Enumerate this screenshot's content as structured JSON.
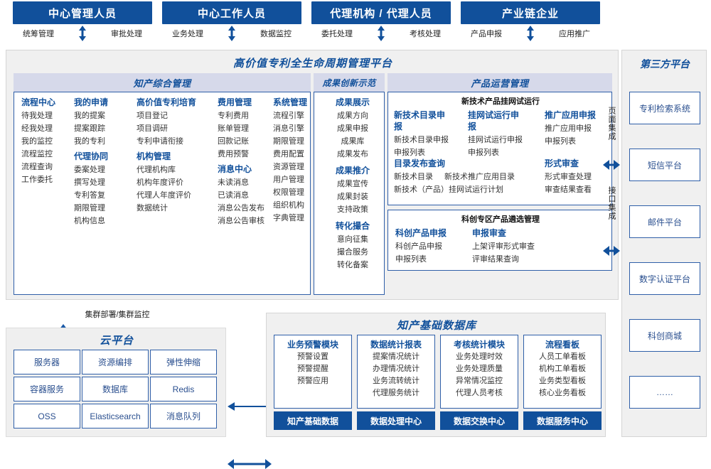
{
  "roles": [
    {
      "title": "中心管理人员",
      "left_action": "统筹管理",
      "right_action": "审批处理"
    },
    {
      "title": "中心工作人员",
      "left_action": "业务处理",
      "right_action": "数据监控"
    },
    {
      "title": "代理机构 / 代理人员",
      "left_action": "委托处理",
      "right_action": "考核处理"
    },
    {
      "title": "产业链企业",
      "left_action": "产品申报",
      "right_action": "应用推广"
    }
  ],
  "platform": {
    "title": "高价值专利全生命周期管理平台",
    "sections": [
      {
        "name": "知产综合管理",
        "columns": [
          {
            "groups": [
              {
                "head": "流程中心",
                "items": [
                  "待我处理",
                  "经我处理",
                  "我的监控",
                  "流程监控",
                  "流程查询",
                  "工作委托"
                ]
              }
            ]
          },
          {
            "groups": [
              {
                "head": "我的申请",
                "items": [
                  "我的提案",
                  "提案跟踪",
                  "我的专利"
                ]
              },
              {
                "head": "代理协同",
                "items": [
                  "委案处理",
                  "撰写处理",
                  "专利答复",
                  "期限管理",
                  "机构信息"
                ]
              }
            ]
          },
          {
            "groups": [
              {
                "head": "高价值专利培育",
                "items": [
                  "项目登记",
                  "项目调研",
                  "专利申请衔接"
                ]
              },
              {
                "head": "机构管理",
                "items": [
                  "代理机构库",
                  "机构年度评价",
                  "代理人年度评价",
                  "数据统计"
                ]
              }
            ]
          },
          {
            "groups": [
              {
                "head": "费用管理",
                "items": [
                  "专利费用",
                  "账单管理",
                  "回款记账",
                  "费用预警"
                ]
              },
              {
                "head": "消息中心",
                "items": [
                  "未读消息",
                  "已读消息",
                  "消息公告发布",
                  "消息公告审核"
                ]
              }
            ]
          },
          {
            "groups": [
              {
                "head": "系统管理",
                "items": [
                  "流程引擎",
                  "消息引擎",
                  "期限管理",
                  "费用配置",
                  "资源管理",
                  "用户管理",
                  "权限管理",
                  "组织机构",
                  "字典管理"
                ]
              }
            ]
          }
        ]
      },
      {
        "name": "成果创新示范",
        "columns": [
          {
            "groups": [
              {
                "head": "成果展示",
                "items": [
                  "成果方向",
                  "成果申报",
                  "成果库",
                  "成果发布"
                ]
              },
              {
                "head": "成果推介",
                "items": [
                  "成果宣传",
                  "成果封装",
                  "支持政策"
                ]
              },
              {
                "head": "转化撮合",
                "items": [
                  "意向征集",
                  "撮合服务",
                  "转化备案"
                ]
              }
            ]
          }
        ]
      },
      {
        "name": "产品运营管理",
        "subpanels": [
          {
            "title": "新技术产品挂网试运行",
            "columns": [
              {
                "head": "新技术目录申报",
                "items": [
                  "新技术目录申报",
                  "申报列表"
                ]
              },
              {
                "head": "挂网试运行申报",
                "items": [
                  "挂网试运行申报",
                  "申报列表"
                ]
              },
              {
                "head": "推广应用申报",
                "items": [
                  "推广应用申报",
                  "申报列表"
                ]
              }
            ],
            "wide_row": {
              "left": {
                "head": "目录发布查询",
                "items": [
                  "新技术目录",
                  "新技术推广应用目录",
                  "新技术（产品）挂网试运行计划"
                ]
              },
              "right": {
                "head": "形式审查",
                "items": [
                  "形式审查处理",
                  "审查结果查看"
                ]
              }
            }
          },
          {
            "title": "科创专区产品遴选管理",
            "columns": [
              {
                "head": "科创产品申报",
                "items": [
                  "科创产品申报",
                  "申报列表"
                ]
              },
              {
                "head": "申报审查",
                "items": [
                  "上架评审形式审查",
                  "评审结果查询"
                ]
              }
            ]
          }
        ]
      }
    ]
  },
  "integration": {
    "page_label": "页面集成",
    "api_label": "接口集成"
  },
  "third_party": {
    "title": "第三方平台",
    "items": [
      "专利检索系统",
      "短信平台",
      "邮件平台",
      "数字认证平台",
      "科创商城",
      "……"
    ]
  },
  "cloud": {
    "link_label": "集群部署/集群监控",
    "title": "云平台",
    "cells": [
      "服务器",
      "资源编排",
      "弹性伸缩",
      "容器服务",
      "数据库",
      "Redis",
      "OSS",
      "Elasticsearch",
      "消息队列"
    ]
  },
  "database": {
    "title": "知产基础数据库",
    "cards": [
      {
        "head": "业务预警模块",
        "items": [
          "预警设置",
          "预警提醒",
          "预警应用"
        ],
        "footer": "知产基础数据"
      },
      {
        "head": "数据统计报表",
        "items": [
          "提案情况统计",
          "办理情况统计",
          "业务流转统计",
          "代理服务统计"
        ],
        "footer": "数据处理中心"
      },
      {
        "head": "考核统计模块",
        "items": [
          "业务处理时效",
          "业务处理质量",
          "异常情况监控",
          "代理人员考核"
        ],
        "footer": "数据交换中心"
      },
      {
        "head": "流程看板",
        "items": [
          "人员工单看板",
          "机构工单看板",
          "业务类型看板",
          "核心业务看板"
        ],
        "footer": "数据服务中心"
      }
    ]
  },
  "colors": {
    "brand_blue": "#11509b",
    "band_lavender": "#d6d9ea",
    "panel_grey": "#f0f0f0",
    "box_border": "#2f5fa8"
  }
}
